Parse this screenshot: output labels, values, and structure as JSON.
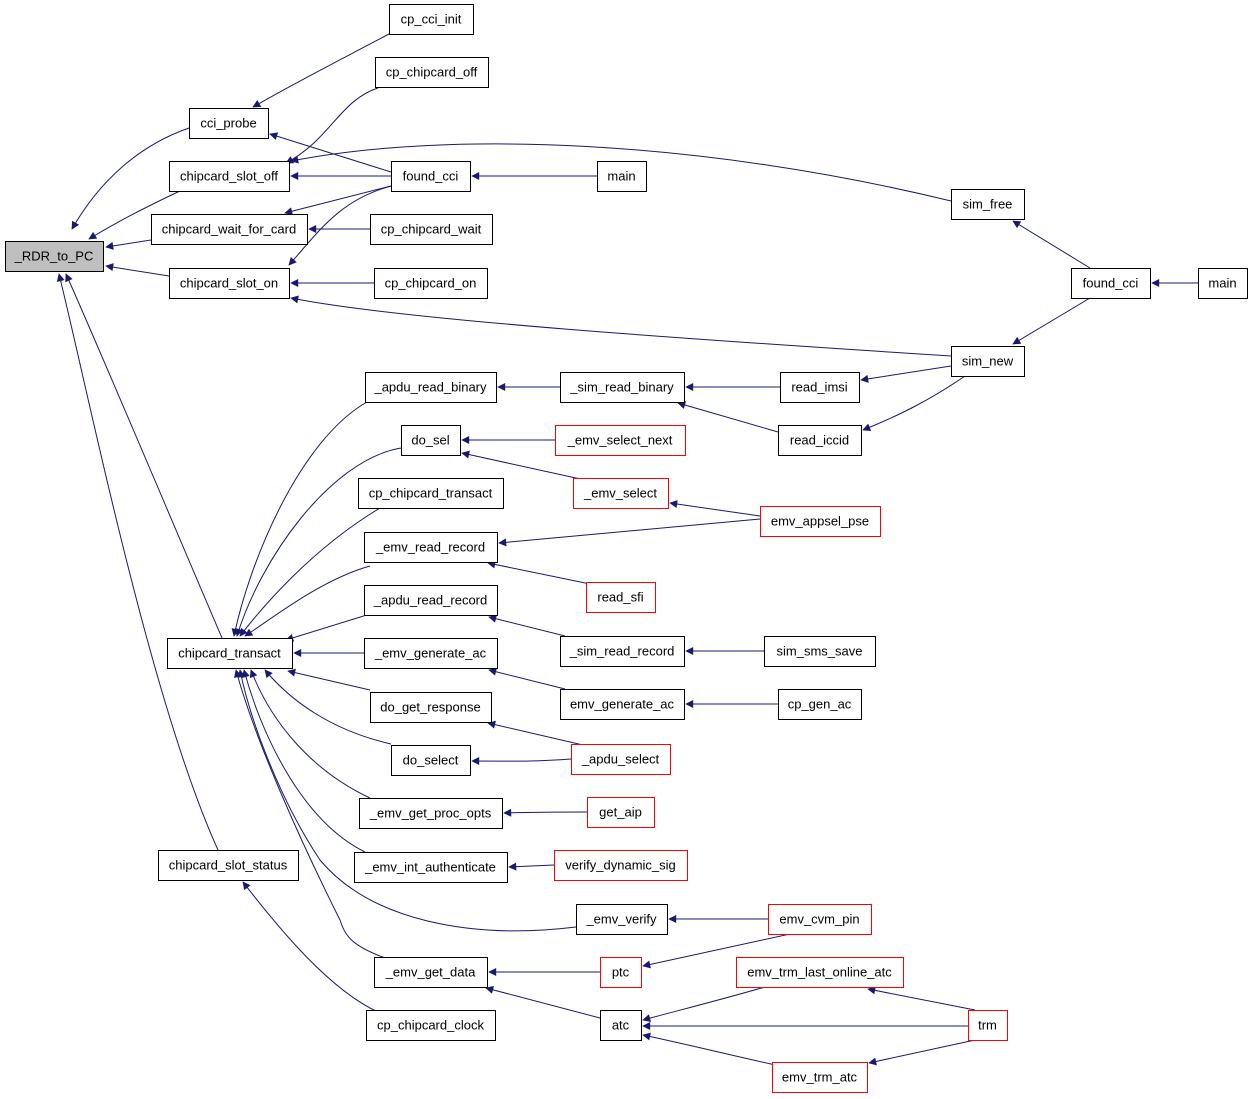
{
  "diagram": {
    "kind": "call-graph",
    "colors": {
      "edge": "#191970",
      "box_border_default": "#000000",
      "box_border_incomplete": "#ff0000",
      "root_fill": "#bfbfbf",
      "box_fill": "#ffffff"
    },
    "nodes": [
      {
        "id": "rdr_to_pc",
        "label": "_RDR_to_PC",
        "border": "black",
        "root": true
      },
      {
        "id": "cci_probe",
        "label": "cci_probe",
        "border": "black"
      },
      {
        "id": "chipcard_slot_off",
        "label": "chipcard_slot_off",
        "border": "black"
      },
      {
        "id": "chipcard_wait_for_card",
        "label": "chipcard_wait_for_card",
        "border": "black"
      },
      {
        "id": "chipcard_slot_on",
        "label": "chipcard_slot_on",
        "border": "black"
      },
      {
        "id": "chipcard_transact",
        "label": "chipcard_transact",
        "border": "black"
      },
      {
        "id": "chipcard_slot_status",
        "label": "chipcard_slot_status",
        "border": "black"
      },
      {
        "id": "cp_cci_init",
        "label": "cp_cci_init",
        "border": "black"
      },
      {
        "id": "cp_chipcard_off",
        "label": "cp_chipcard_off",
        "border": "black"
      },
      {
        "id": "found_cci_a",
        "label": "found_cci",
        "border": "black"
      },
      {
        "id": "cp_chipcard_wait",
        "label": "cp_chipcard_wait",
        "border": "black"
      },
      {
        "id": "cp_chipcard_on",
        "label": "cp_chipcard_on",
        "border": "black"
      },
      {
        "id": "apdu_read_binary",
        "label": "_apdu_read_binary",
        "border": "black"
      },
      {
        "id": "do_sel",
        "label": "do_sel",
        "border": "black"
      },
      {
        "id": "cp_chipcard_transact",
        "label": "cp_chipcard_transact",
        "border": "black"
      },
      {
        "id": "emv_read_record",
        "label": "_emv_read_record",
        "border": "black"
      },
      {
        "id": "apdu_read_record",
        "label": "_apdu_read_record",
        "border": "black"
      },
      {
        "id": "emv_generate_ac_u",
        "label": "_emv_generate_ac",
        "border": "black"
      },
      {
        "id": "do_get_response",
        "label": "do_get_response",
        "border": "black"
      },
      {
        "id": "do_select",
        "label": "do_select",
        "border": "black"
      },
      {
        "id": "emv_get_proc_opts",
        "label": "_emv_get_proc_opts",
        "border": "black"
      },
      {
        "id": "emv_int_authenticate",
        "label": "_emv_int_authenticate",
        "border": "black"
      },
      {
        "id": "emv_verify",
        "label": "_emv_verify",
        "border": "black"
      },
      {
        "id": "emv_get_data",
        "label": "_emv_get_data",
        "border": "black"
      },
      {
        "id": "cp_chipcard_clock",
        "label": "cp_chipcard_clock",
        "border": "black"
      },
      {
        "id": "main_a",
        "label": "main",
        "border": "black"
      },
      {
        "id": "sim_read_binary",
        "label": "_sim_read_binary",
        "border": "black"
      },
      {
        "id": "emv_select_next",
        "label": "_emv_select_next",
        "border": "red"
      },
      {
        "id": "emv_select",
        "label": "_emv_select",
        "border": "red"
      },
      {
        "id": "read_sfi",
        "label": "read_sfi",
        "border": "red"
      },
      {
        "id": "sim_read_record",
        "label": "_sim_read_record",
        "border": "black"
      },
      {
        "id": "emv_generate_ac",
        "label": "emv_generate_ac",
        "border": "black"
      },
      {
        "id": "apdu_select",
        "label": "_apdu_select",
        "border": "red"
      },
      {
        "id": "get_aip",
        "label": "get_aip",
        "border": "red"
      },
      {
        "id": "verify_dynamic_sig",
        "label": "verify_dynamic_sig",
        "border": "red"
      },
      {
        "id": "ptc",
        "label": "ptc",
        "border": "red"
      },
      {
        "id": "atc",
        "label": "atc",
        "border": "black"
      },
      {
        "id": "read_imsi",
        "label": "read_imsi",
        "border": "black"
      },
      {
        "id": "read_iccid",
        "label": "read_iccid",
        "border": "black"
      },
      {
        "id": "sim_sms_save",
        "label": "sim_sms_save",
        "border": "black"
      },
      {
        "id": "cp_gen_ac",
        "label": "cp_gen_ac",
        "border": "black"
      },
      {
        "id": "emv_appsel_pse",
        "label": "emv_appsel_pse",
        "border": "red"
      },
      {
        "id": "emv_cvm_pin",
        "label": "emv_cvm_pin",
        "border": "red"
      },
      {
        "id": "emv_trm_last_online_atc",
        "label": "emv_trm_last_online_atc",
        "border": "red"
      },
      {
        "id": "emv_trm_atc",
        "label": "emv_trm_atc",
        "border": "red"
      },
      {
        "id": "sim_free",
        "label": "sim_free",
        "border": "black"
      },
      {
        "id": "sim_new",
        "label": "sim_new",
        "border": "black"
      },
      {
        "id": "trm",
        "label": "trm",
        "border": "red"
      },
      {
        "id": "found_cci_b",
        "label": "found_cci",
        "border": "black"
      },
      {
        "id": "main_b",
        "label": "main",
        "border": "black"
      }
    ],
    "edges": [
      {
        "from": "cci_probe",
        "to": "rdr_to_pc"
      },
      {
        "from": "chipcard_slot_off",
        "to": "rdr_to_pc"
      },
      {
        "from": "chipcard_wait_for_card",
        "to": "rdr_to_pc"
      },
      {
        "from": "chipcard_slot_on",
        "to": "rdr_to_pc"
      },
      {
        "from": "chipcard_transact",
        "to": "rdr_to_pc"
      },
      {
        "from": "chipcard_slot_status",
        "to": "rdr_to_pc"
      },
      {
        "from": "cp_cci_init",
        "to": "cci_probe"
      },
      {
        "from": "found_cci_a",
        "to": "cci_probe"
      },
      {
        "from": "cp_chipcard_off",
        "to": "chipcard_slot_off"
      },
      {
        "from": "found_cci_a",
        "to": "chipcard_slot_off"
      },
      {
        "from": "sim_free",
        "to": "chipcard_slot_off"
      },
      {
        "from": "found_cci_a",
        "to": "chipcard_wait_for_card"
      },
      {
        "from": "cp_chipcard_wait",
        "to": "chipcard_wait_for_card"
      },
      {
        "from": "found_cci_a",
        "to": "chipcard_slot_on"
      },
      {
        "from": "cp_chipcard_on",
        "to": "chipcard_slot_on"
      },
      {
        "from": "sim_new",
        "to": "chipcard_slot_on"
      },
      {
        "from": "main_a",
        "to": "found_cci_a"
      },
      {
        "from": "apdu_read_binary",
        "to": "chipcard_transact"
      },
      {
        "from": "do_sel",
        "to": "chipcard_transact"
      },
      {
        "from": "cp_chipcard_transact",
        "to": "chipcard_transact"
      },
      {
        "from": "emv_read_record",
        "to": "chipcard_transact"
      },
      {
        "from": "apdu_read_record",
        "to": "chipcard_transact"
      },
      {
        "from": "emv_generate_ac_u",
        "to": "chipcard_transact"
      },
      {
        "from": "do_get_response",
        "to": "chipcard_transact"
      },
      {
        "from": "do_select",
        "to": "chipcard_transact"
      },
      {
        "from": "emv_get_proc_opts",
        "to": "chipcard_transact"
      },
      {
        "from": "emv_int_authenticate",
        "to": "chipcard_transact"
      },
      {
        "from": "emv_verify",
        "to": "chipcard_transact"
      },
      {
        "from": "emv_get_data",
        "to": "chipcard_transact"
      },
      {
        "from": "cp_chipcard_clock",
        "to": "chipcard_slot_status"
      },
      {
        "from": "sim_read_binary",
        "to": "apdu_read_binary"
      },
      {
        "from": "emv_select_next",
        "to": "do_sel"
      },
      {
        "from": "emv_select",
        "to": "do_sel"
      },
      {
        "from": "emv_appsel_pse",
        "to": "emv_read_record"
      },
      {
        "from": "read_sfi",
        "to": "emv_read_record"
      },
      {
        "from": "sim_read_record",
        "to": "apdu_read_record"
      },
      {
        "from": "emv_generate_ac",
        "to": "emv_generate_ac_u"
      },
      {
        "from": "apdu_select",
        "to": "do_get_response"
      },
      {
        "from": "apdu_select",
        "to": "do_select"
      },
      {
        "from": "get_aip",
        "to": "emv_get_proc_opts"
      },
      {
        "from": "verify_dynamic_sig",
        "to": "emv_int_authenticate"
      },
      {
        "from": "emv_cvm_pin",
        "to": "emv_verify"
      },
      {
        "from": "ptc",
        "to": "emv_get_data"
      },
      {
        "from": "atc",
        "to": "emv_get_data"
      },
      {
        "from": "read_imsi",
        "to": "sim_read_binary"
      },
      {
        "from": "read_iccid",
        "to": "sim_read_binary"
      },
      {
        "from": "emv_appsel_pse",
        "to": "emv_select"
      },
      {
        "from": "sim_sms_save",
        "to": "sim_read_record"
      },
      {
        "from": "cp_gen_ac",
        "to": "emv_generate_ac"
      },
      {
        "from": "emv_cvm_pin",
        "to": "ptc"
      },
      {
        "from": "emv_trm_last_online_atc",
        "to": "atc"
      },
      {
        "from": "trm",
        "to": "atc"
      },
      {
        "from": "emv_trm_atc",
        "to": "atc"
      },
      {
        "from": "sim_new",
        "to": "read_imsi"
      },
      {
        "from": "sim_new",
        "to": "read_iccid"
      },
      {
        "from": "trm",
        "to": "emv_trm_last_online_atc"
      },
      {
        "from": "trm",
        "to": "emv_trm_atc"
      },
      {
        "from": "found_cci_b",
        "to": "sim_free"
      },
      {
        "from": "found_cci_b",
        "to": "sim_new"
      },
      {
        "from": "main_b",
        "to": "found_cci_b"
      }
    ]
  }
}
